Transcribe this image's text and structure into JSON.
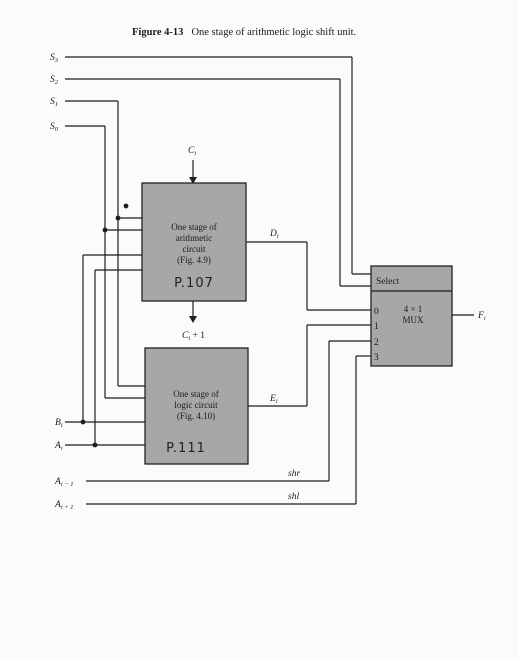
{
  "caption": {
    "number": "Figure 4-13",
    "title": "One stage of arithmetic logic shift unit."
  },
  "inputs": {
    "s3": "S",
    "s3_sub": "3",
    "s2": "S",
    "s2_sub": "2",
    "s1": "S",
    "s1_sub": "1",
    "s0": "S",
    "s0_sub": "0",
    "bi": "B",
    "bi_sub": "i",
    "ai": "A",
    "ai_sub": "i",
    "ai_minus": "A",
    "ai_minus_sub": "i − 1",
    "ai_plus": "A",
    "ai_plus_sub": "i + 1"
  },
  "carry_in": {
    "main": "C",
    "sub": "i"
  },
  "carry_out": {
    "main": "C",
    "sub": "i",
    "suffix": " + 1"
  },
  "arithmetic_block": {
    "line1": "One stage of",
    "line2": "arithmetic",
    "line3": "circuit",
    "line4": "(Fig. 4.9)",
    "handwritten": "P.107"
  },
  "logic_block": {
    "line1": "One stage of",
    "line2": "logic circuit",
    "line3": "(Fig. 4.10)",
    "handwritten": "P.111"
  },
  "signals": {
    "d": "D",
    "d_sub": "i",
    "e": "E",
    "e_sub": "i",
    "shr": "shr",
    "shl": "shl",
    "f": "F",
    "f_sub": "i"
  },
  "mux": {
    "select": "Select",
    "title1": "4 × 1",
    "title2": "MUX",
    "in0": "0",
    "in1": "1",
    "in2": "2",
    "in3": "3"
  }
}
